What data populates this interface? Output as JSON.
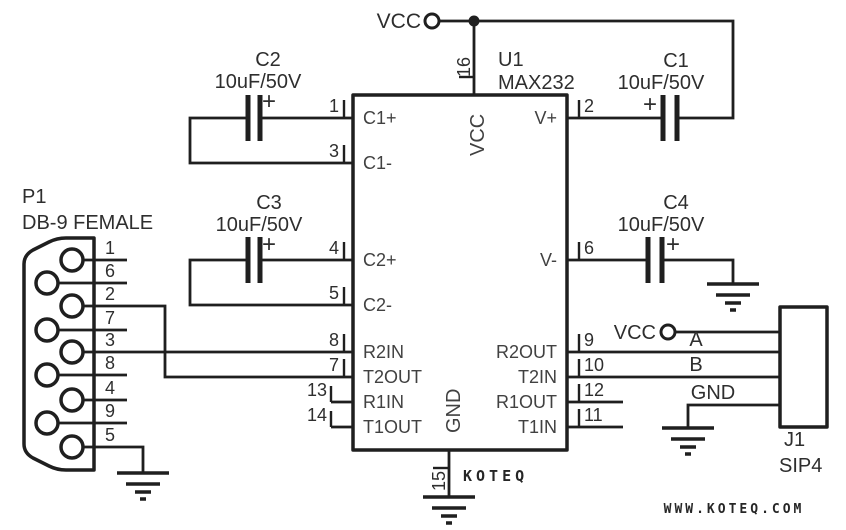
{
  "power": {
    "vcc_top": "VCC"
  },
  "ic": {
    "ref": "U1",
    "part": "MAX232",
    "top_pin_num": "16",
    "bottom_pin_num": "15",
    "vcc_pin_label": "VCC",
    "gnd_pin_label": "GND",
    "left_pins": [
      {
        "num": "1",
        "name": "C1+"
      },
      {
        "num": "3",
        "name": "C1-"
      },
      {
        "num": "4",
        "name": "C2+"
      },
      {
        "num": "5",
        "name": "C2-"
      },
      {
        "num": "8",
        "name": "R2IN"
      },
      {
        "num": "7",
        "name": "T2OUT"
      },
      {
        "num": "13",
        "name": "R1IN"
      },
      {
        "num": "14",
        "name": "T1OUT"
      }
    ],
    "right_pins": [
      {
        "num": "2",
        "name": "V+"
      },
      {
        "num": "6",
        "name": "V-"
      },
      {
        "num": "9",
        "name": "R2OUT"
      },
      {
        "num": "10",
        "name": "T2IN"
      },
      {
        "num": "12",
        "name": "R1OUT"
      },
      {
        "num": "11",
        "name": "T1IN"
      }
    ]
  },
  "capacitors": [
    {
      "ref": "C1",
      "value": "10uF/50V",
      "polarity": "+"
    },
    {
      "ref": "C2",
      "value": "10uF/50V",
      "polarity": "+"
    },
    {
      "ref": "C3",
      "value": "10uF/50V",
      "polarity": "+"
    },
    {
      "ref": "C4",
      "value": "10uF/50V",
      "polarity": "+"
    }
  ],
  "db9": {
    "ref": "P1",
    "type": "DB-9 FEMALE",
    "pin_numbers": [
      "1",
      "6",
      "2",
      "7",
      "3",
      "8",
      "4",
      "9",
      "5"
    ]
  },
  "j1": {
    "ref": "J1",
    "type": "SIP4",
    "vcc_label": "VCC",
    "net_a": "A",
    "net_b": "B",
    "net_gnd": "GND"
  },
  "branding": {
    "logo": "KOTEQ",
    "website": "WWW.KOTEQ.COM"
  },
  "colors": {
    "ink": "#1f1f1f",
    "text": "#2e2e2e",
    "background": "#ffffff"
  }
}
